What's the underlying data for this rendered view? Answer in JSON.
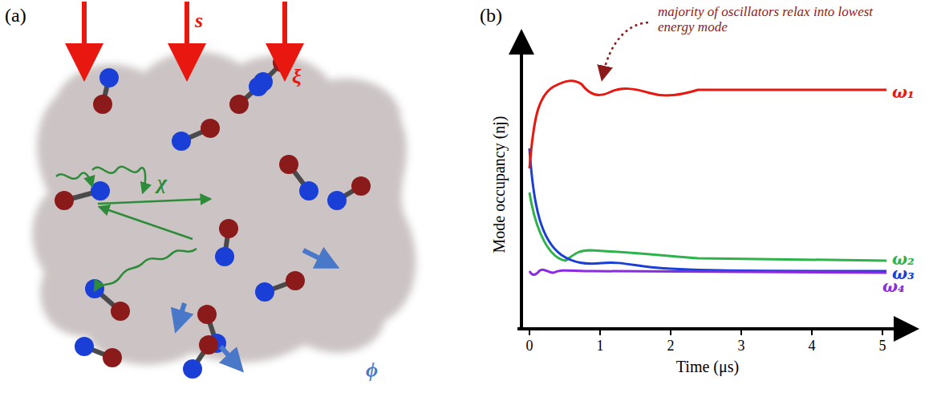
{
  "diagram": {
    "labels": [
      "(a)",
      "s",
      "ξ",
      "χ",
      "ϕ",
      "(b)",
      "majority of oscillators relax into lowest energy mode",
      "ω₁",
      "ω₂",
      "ω₃",
      "ω₄",
      "Mode occupancy (nj)",
      "0",
      "1",
      "2",
      "3",
      "4",
      "5",
      "Time (μs)"
    ]
  }
}
